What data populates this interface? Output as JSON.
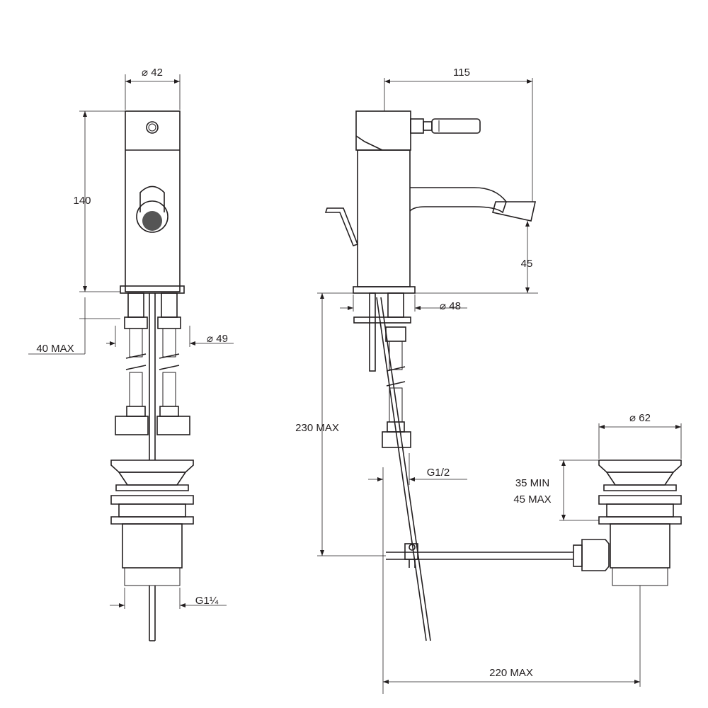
{
  "dimensions": {
    "front_dia_top": "⌀ 42",
    "front_height": "140",
    "front_deck": "40 MAX",
    "front_hose_dia": "⌀ 49",
    "front_waste_thread": "G1¼",
    "side_width": "115",
    "side_spout_height": "45",
    "side_base_dia": "⌀ 48",
    "side_total_height": "230 MAX",
    "side_connection": "G1/2",
    "waste_dia": "⌀ 62",
    "waste_min": "35 MIN",
    "waste_max": "45 MAX",
    "waste_reach": "220 MAX"
  },
  "colors": {
    "line": "#231f20",
    "background": "#ffffff"
  }
}
